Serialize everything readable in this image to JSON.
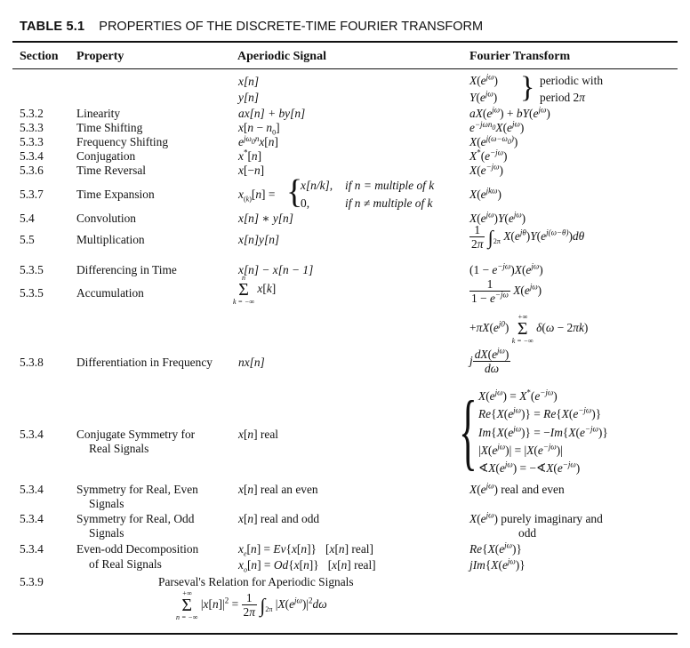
{
  "table": {
    "number": "TABLE 5.1",
    "title": "PROPERTIES OF THE DISCRETE-TIME FOURIER TRANSFORM"
  },
  "headers": {
    "section": "Section",
    "property": "Property",
    "signal": "Aperiodic Signal",
    "transform": "Fourier Transform"
  },
  "rows": [
    {
      "section": "",
      "property": "",
      "signal": "x[n]",
      "transform": "X(e^{jω}) periodic with"
    },
    {
      "section": "",
      "property": "",
      "signal": "y[n]",
      "transform": "Y(e^{jω}) period 2π"
    },
    {
      "section": "5.3.2",
      "property": "Linearity",
      "signal": "ax[n] + by[n]",
      "transform": "aX(e^{jω}) + bY(e^{jω})"
    },
    {
      "section": "5.3.3",
      "property": "Time Shifting",
      "signal": "x[n − n0]",
      "transform": "e^{−jωn0}X(e^{jω})"
    },
    {
      "section": "5.3.3",
      "property": "Frequency Shifting",
      "signal": "e^{jω0n}x[n]",
      "transform": "X(e^{j(ω−ω0)})"
    },
    {
      "section": "5.3.4",
      "property": "Conjugation",
      "signal": "x*[n]",
      "transform": "X*(e^{−jω})"
    },
    {
      "section": "5.3.6",
      "property": "Time Reversal",
      "signal": "x[−n]",
      "transform": "X(e^{−jω})"
    },
    {
      "section": "5.3.7",
      "property": "Time Expansion",
      "signal": "x(k)[n]",
      "transform": "X(e^{jkω})"
    },
    {
      "section": "5.4",
      "property": "Convolution",
      "signal": "x[n] * y[n]",
      "transform": "X(e^{jω})Y(e^{jω})"
    },
    {
      "section": "5.5",
      "property": "Multiplication",
      "signal": "x[n]y[n]",
      "transform": "X(e^{jθ})Y(e^{j(ω−θ)})dθ"
    },
    {
      "section": "5.3.5",
      "property": "Differencing in Time",
      "signal": "x[n] − x[n − 1]",
      "transform": "(1 − e^{−jω})X(e^{jω})"
    },
    {
      "section": "5.3.5",
      "property": "Accumulation",
      "signal": "x[k]",
      "transform": "X(e^{jω})"
    },
    {
      "section": "5.3.8",
      "property": "Differentiation in Frequency",
      "signal": "nx[n]",
      "transform": "j dX(e^{jω})/dω"
    },
    {
      "section": "5.3.4",
      "property": "Conjugate Symmetry for",
      "property2": "Real Signals",
      "signal": "x[n] real",
      "transform": ""
    },
    {
      "section": "5.3.4",
      "property": "Symmetry for Real, Even",
      "property2": "Signals",
      "signal": "x[n] real an even",
      "transform": "X(e^{jω}) real and even"
    },
    {
      "section": "5.3.4",
      "property": "Symmetry for Real, Odd",
      "property2": "Signals",
      "signal": "x[n] real and odd",
      "transform": "X(e^{jω}) purely imaginary and",
      "transform2": "odd"
    },
    {
      "section": "5.3.4",
      "property": "Even-odd Decomposition",
      "property2": "of Real Signals",
      "signal": "xe[n] = Ev{x[n]}  [x[n] real]",
      "signal2": "xo[n] = Od{x[n]}  [x[n] real]",
      "transform": "Re{X(e^{jω})}",
      "transform2": "jIm{X(e^{jω})}"
    },
    {
      "section": "5.3.9",
      "property": "Parseval's Relation for Aperiodic Signals",
      "signal": "",
      "transform": ""
    }
  ],
  "expansion": {
    "case1": "x[n/k],",
    "cond1": "if n = multiple of k",
    "case2": "0,",
    "cond2": "if n ≠ multiple of k"
  },
  "conj_sym": [
    "X(e^{jω}) = X*(e^{−jω})",
    "Re{X(e^{jω})} = Re{X(e^{−jω})}",
    "Im{X(e^{jω})} = −Im{X(e^{−jω})}",
    "|X(e^{jω})| = |X(e^{−jω})|",
    "∢X(e^{jω}) = −∢X(e^{−jω})"
  ],
  "accum_extra": "+πX(e^{j0}) Σ δ(ω − 2πk)",
  "parseval": "Σ |x[n]|² = (1/2π) ∫2π |X(e^{jω})|² dω"
}
